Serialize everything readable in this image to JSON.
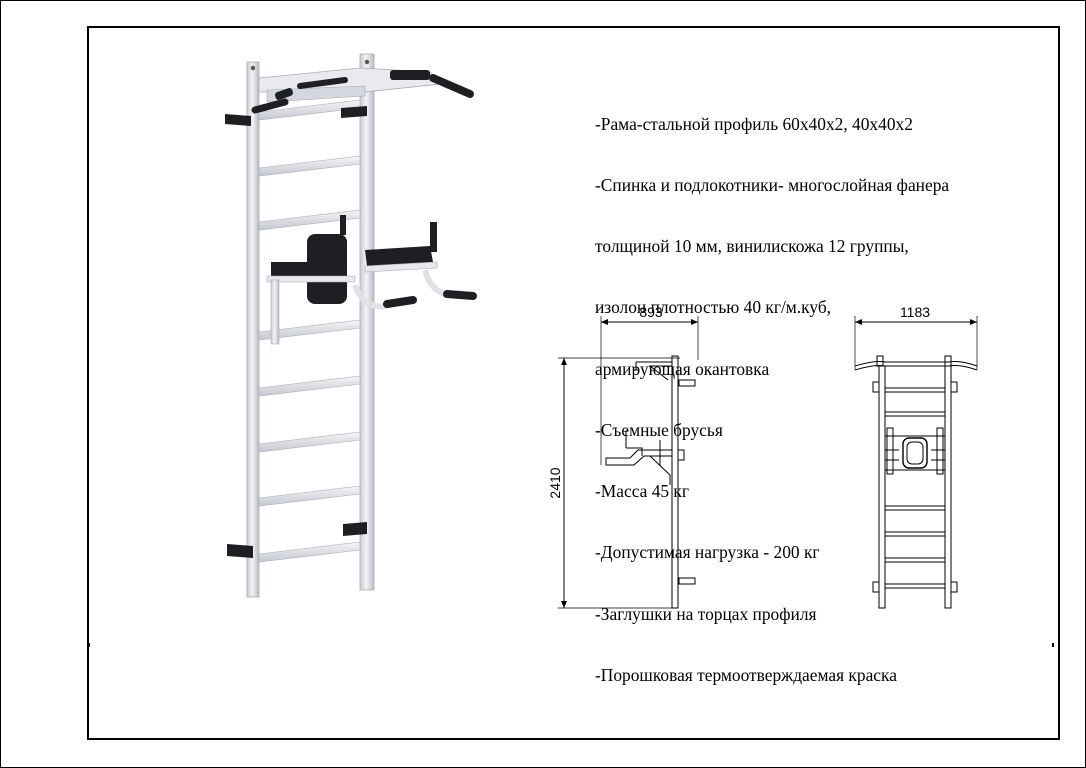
{
  "specs": [
    "-Рама-стальной профиль 60х40х2, 40х40х2",
    "-Спинка и подлокотники- многослойная фанера",
    "толщиной 10 мм, винилискожа 12 группы,",
    "изолон плотностью 40 кг/м.куб,",
    "армирующая окантовка",
    "-Съемные брусья",
    "-Масса 45 кг",
    "-Допустимая нагрузка - 200 кг",
    "-Заглушки на торцах профиля",
    "-Порошковая термоотверждаемая краска"
  ],
  "dimensions": {
    "side_depth": "893",
    "height": "2410",
    "front_width": "1183"
  },
  "colors": {
    "frame": "#e6e8ec",
    "frame_shadow": "#b9bcc4",
    "black_parts": "#1d1f22",
    "line": "#000000"
  }
}
